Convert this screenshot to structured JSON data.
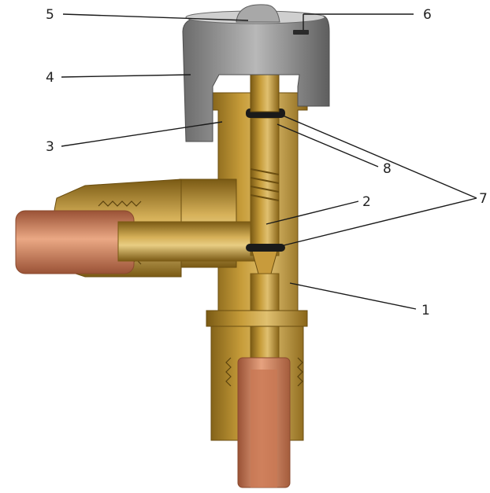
{
  "callouts": [
    {
      "id": "c1",
      "label": "1"
    },
    {
      "id": "c2",
      "label": "2"
    },
    {
      "id": "c3",
      "label": "3"
    },
    {
      "id": "c4",
      "label": "4"
    },
    {
      "id": "c5",
      "label": "5"
    },
    {
      "id": "c6",
      "label": "6"
    },
    {
      "id": "c7",
      "label": "7"
    },
    {
      "id": "c8",
      "label": "8"
    }
  ],
  "colors": {
    "brass": "#b8912f",
    "brass_dark": "#7a5a14",
    "brass_light": "#e0c070",
    "copper": "#d58a66",
    "copper_dark": "#9a5236",
    "cap_grey": "#9c9c9c",
    "cap_dark": "#5e5e5e"
  }
}
